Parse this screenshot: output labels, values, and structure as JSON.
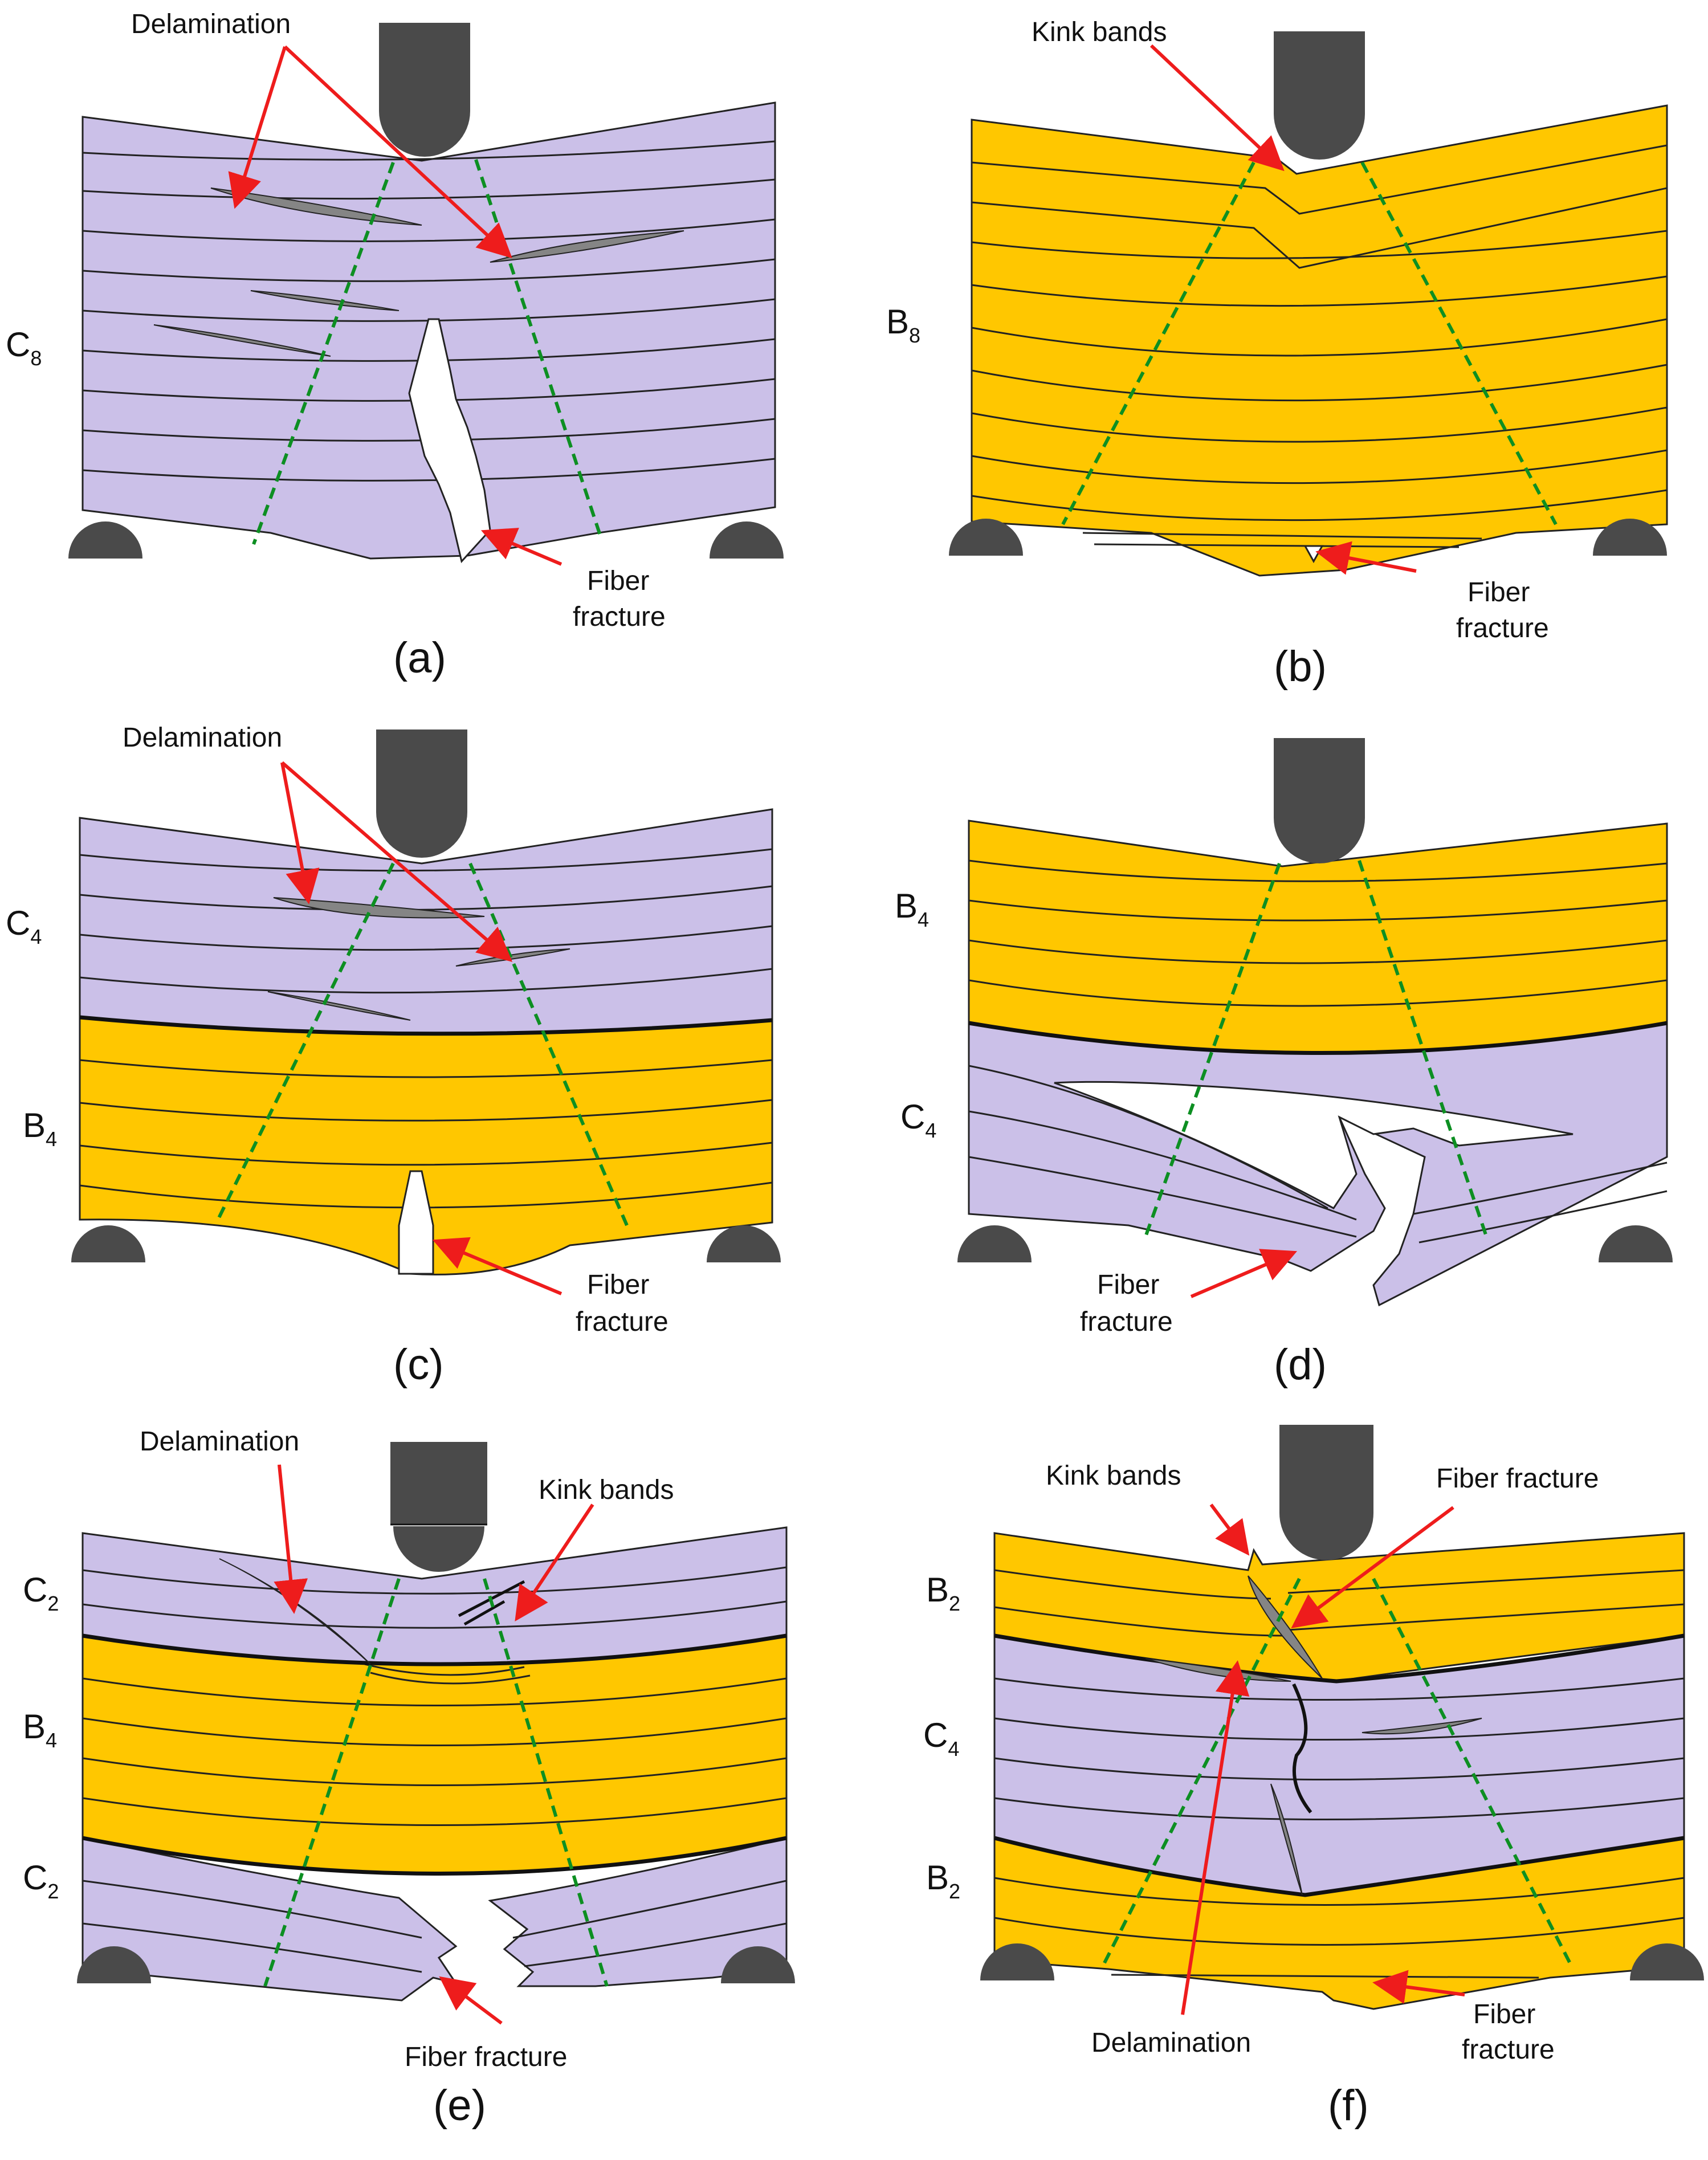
{
  "colors": {
    "cfrp": "#cbc0e8",
    "bfrp": "#ffc700",
    "tool": "#4a4a4a",
    "arrow": "#ee1c1c",
    "kinkline": "#0d8f22",
    "delam": "#858585"
  },
  "panels": [
    {
      "id": "a",
      "label": "(a)",
      "layers": [
        {
          "base": "C",
          "sub": "8"
        }
      ],
      "annotations": [
        "Delamination",
        "Fiber",
        "fracture"
      ]
    },
    {
      "id": "b",
      "label": "(b)",
      "layers": [
        {
          "base": "B",
          "sub": "8"
        }
      ],
      "annotations": [
        "Kink bands",
        "Fiber",
        "fracture"
      ]
    },
    {
      "id": "c",
      "label": "(c)",
      "layers": [
        {
          "base": "C",
          "sub": "4"
        },
        {
          "base": "B",
          "sub": "4"
        }
      ],
      "annotations": [
        "Delamination",
        "Fiber",
        "fracture"
      ]
    },
    {
      "id": "d",
      "label": "(d)",
      "layers": [
        {
          "base": "B",
          "sub": "4"
        },
        {
          "base": "C",
          "sub": "4"
        }
      ],
      "annotations": [
        "Fiber",
        "fracture"
      ]
    },
    {
      "id": "e",
      "label": "(e)",
      "layers": [
        {
          "base": "C",
          "sub": "2"
        },
        {
          "base": "B",
          "sub": "4"
        },
        {
          "base": "C",
          "sub": "2"
        }
      ],
      "annotations": [
        "Delamination",
        "Kink bands",
        "Fiber fracture"
      ]
    },
    {
      "id": "f",
      "label": "(f)",
      "layers": [
        {
          "base": "B",
          "sub": "2"
        },
        {
          "base": "C",
          "sub": "4"
        },
        {
          "base": "B",
          "sub": "2"
        }
      ],
      "annotations": [
        "Kink bands",
        "Fiber fracture",
        "Delamination",
        "Fiber",
        "fracture"
      ]
    }
  ]
}
